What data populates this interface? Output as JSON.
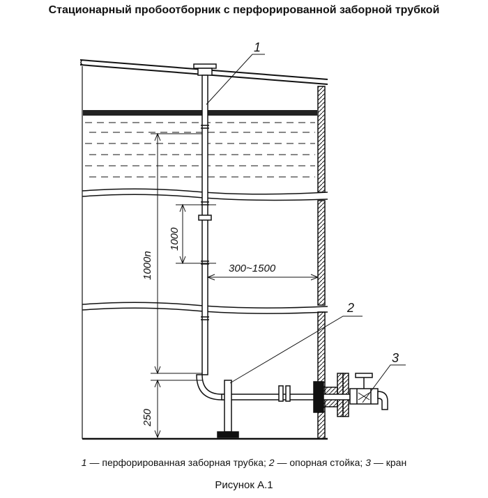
{
  "title": "Стационарный пробоотборник с перфорированной заборной трубкой",
  "labels": {
    "callout_1": "1",
    "callout_2": "2",
    "callout_3": "3",
    "dim_1000n": "1000n",
    "dim_1000": "1000",
    "dim_300_1500": "300~1500",
    "dim_250": "250"
  },
  "legend": {
    "n1": "1",
    "t1": " — перфорированная заборная трубка; ",
    "n2": "2",
    "t2": " — опорная стойка; ",
    "n3": "3",
    "t3": " — кран"
  },
  "figure_label": "Рисунок А.1"
}
